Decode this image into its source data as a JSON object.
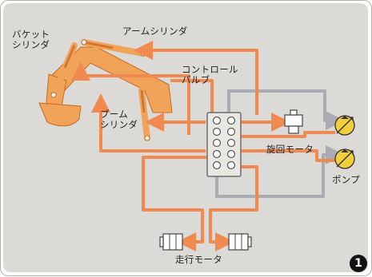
{
  "labels": {
    "bucket_cylinder": [
      "バケット",
      "シリンダ"
    ],
    "arm_cylinder": "アームシリンダ",
    "control_valve": [
      "コントロール",
      "バルブ"
    ],
    "boom_cylinder": [
      "ブーム",
      "シリンダ"
    ],
    "swing_motor": "旋回モータ",
    "pump": "ポンプ",
    "travel_motor": "走行モータ"
  },
  "figure_number": "1",
  "colors": {
    "hydraulic_line": "#f08a50",
    "return_line": "#a9adb3",
    "excavator": "#f2a35a",
    "pump_body": "#f1cf3a",
    "panel_bg": "#dcdad6"
  }
}
